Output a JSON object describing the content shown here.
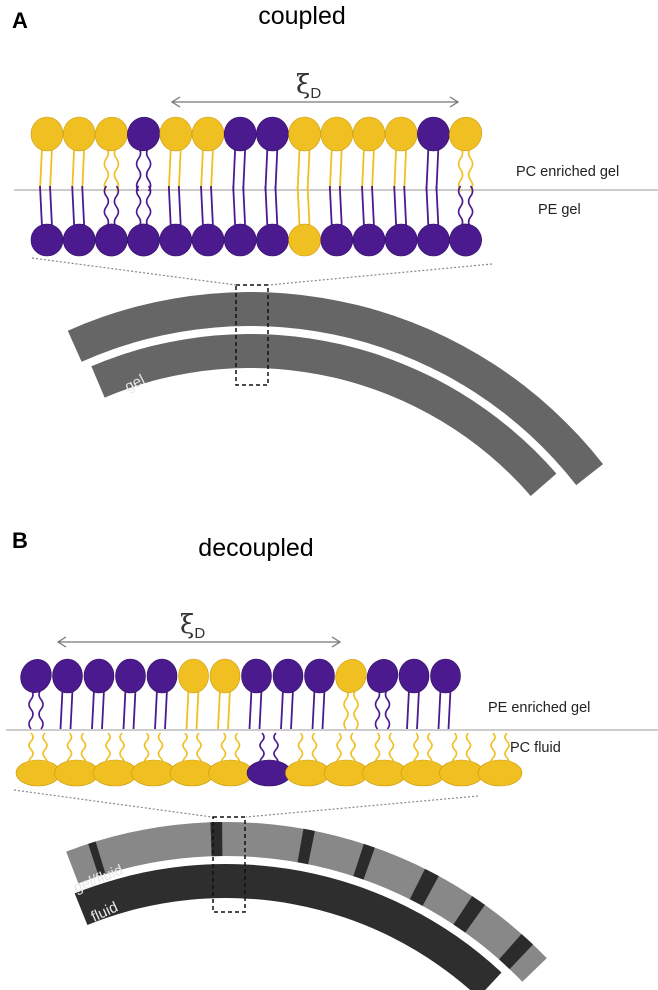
{
  "colors": {
    "pc_yellow": "#f0c022",
    "pe_purple": "#4b1a8e",
    "gel_gray": "#666666",
    "mix_light": "#888888",
    "mix_dark": "#2b2b2b",
    "fluid_dark": "#2e2e2e"
  },
  "panel_a": {
    "letter": "A",
    "title": "coupled",
    "xi_symbol": "ξ",
    "xi_subscript": "D",
    "label_top": "PC enriched gel",
    "label_bottom": "PE gel",
    "arc_label": "gel",
    "top_leaflet": [
      "Y",
      "Y",
      "Yt",
      "Pt",
      "Y",
      "Y",
      "P",
      "P",
      "Y",
      "Y",
      "Y",
      "Y",
      "P",
      "Yt"
    ],
    "bottom_leaflet": [
      "P",
      "P",
      "Pt",
      "Pt",
      "P",
      "P",
      "P",
      "P",
      "Y",
      "P",
      "P",
      "P",
      "P",
      "Pt"
    ]
  },
  "panel_b": {
    "letter": "B",
    "title": "decoupled",
    "xi_symbol": "ξ",
    "xi_subscript": "D",
    "label_top": "PE enriched gel",
    "label_bottom": "PC fluid",
    "arc_label_outer": "gel/fluid",
    "arc_label_inner": "fluid",
    "top_leaflet": [
      "Pt",
      "P",
      "P",
      "P",
      "P",
      "Y",
      "Y",
      "P",
      "P",
      "P",
      "Yt",
      "Pt",
      "P",
      "P"
    ],
    "bottom_leaflet": [
      "Y",
      "Y",
      "Y",
      "Y",
      "Y",
      "Y",
      "P",
      "Y",
      "Y",
      "Y",
      "Y",
      "Y",
      "Y"
    ]
  }
}
